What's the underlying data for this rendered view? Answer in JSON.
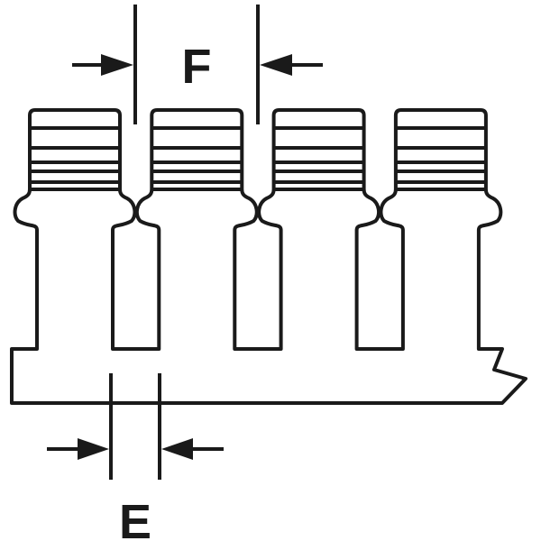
{
  "labels": {
    "pitch": "F",
    "gap": "E"
  },
  "posts": 4,
  "colors": {
    "stroke": "#1a1a1a",
    "background": "#ffffff"
  }
}
